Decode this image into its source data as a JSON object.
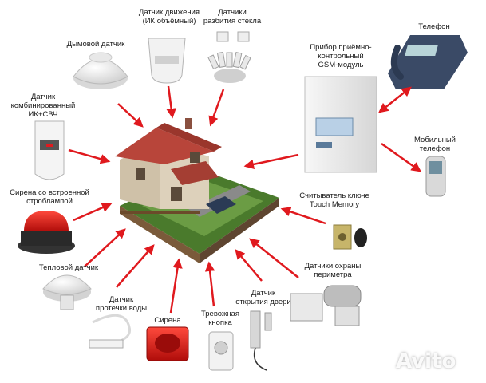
{
  "labels": {
    "motion_sensor": "Датчик движения\n(ИК объёмный)",
    "glass_break": "Датчики\nразбития стекла",
    "smoke": "Дымовой датчик",
    "combined": "Датчик\nкомбинированный\nИК+СВЧ",
    "siren_strobe": "Сирена со встроенной\nстроблампой",
    "heat": "Тепловой датчик",
    "water_leak": "Датчик\nпротечки воды",
    "siren": "Сирена",
    "panic_button": "Тревожная\nкнопка",
    "door_sensor": "Датчик\nоткрытия двери",
    "perimeter": "Датчики охраны\nпериметра",
    "touch_memory": "Считыватель ключе\nTouch Memory",
    "panel": "Прибор приёмно-\nконтрольный\nGSM-модуль",
    "phone": "Телефон",
    "mobile": "Мобильный\nтелефон"
  },
  "watermark": "Avito",
  "colors": {
    "arrow": "#e0191e",
    "roof": "#b8453a",
    "wall": "#d8cbb6",
    "grass": "#5f8f3a",
    "panel": "#ececec"
  },
  "icons": {
    "motion": "motion-sensor-icon",
    "glass": "glass-break-sensor-icon",
    "smoke": "smoke-detector-icon",
    "combined": "combined-sensor-icon",
    "strobe": "strobe-siren-icon",
    "heat": "heat-detector-icon",
    "leak": "water-leak-sensor-icon",
    "siren": "siren-icon",
    "panic": "panic-button-icon",
    "door": "door-sensor-icon",
    "perimeter": "perimeter-sensor-icon",
    "reader": "touch-memory-reader-icon",
    "panel": "control-panel-icon",
    "phone": "desk-phone-icon",
    "mobile": "mobile-phone-icon",
    "house": "house-icon"
  }
}
